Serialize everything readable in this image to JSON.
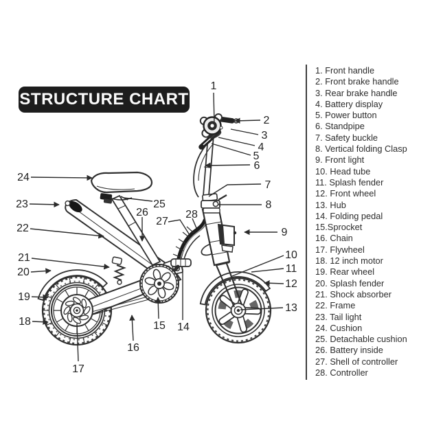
{
  "title": "STRUCTURE CHART",
  "legend": {
    "items": [
      "1. Front handle",
      "2. Front brake handle",
      "3. Rear brake handle",
      "4. Battery display",
      "5. Power button",
      "6. Standpipe",
      "7. Safety buckle",
      "8. Vertical folding Clasp",
      "9. Front light",
      "10. Head tube",
      "11. Splash fender",
      "12. Front wheel",
      "13. Hub",
      "14. Folding pedal",
      "15.Sprocket",
      "16. Chain",
      "17. Flywheel",
      "18. 12 inch motor",
      "19. Rear wheel",
      "20. Splash fender",
      "21. Shock absorber",
      "22. Frame",
      "23. Tail light",
      "24. Cushion",
      "25. Detachable cushion",
      "26. Battery inside",
      "27. Shell of controller",
      "28. Controller"
    ]
  },
  "callouts": {
    "labels": [
      "1",
      "2",
      "3",
      "4",
      "5",
      "6",
      "7",
      "8",
      "9",
      "10",
      "11",
      "12",
      "13",
      "14",
      "15",
      "16",
      "17",
      "18",
      "19",
      "20",
      "21",
      "22",
      "23",
      "24",
      "25",
      "26",
      "27",
      "28"
    ]
  },
  "colors": {
    "ink": "#2b2b2b",
    "title_bg": "#1d1d1d",
    "title_text": "#fbfbfb",
    "divider": "#3c3c3c"
  }
}
